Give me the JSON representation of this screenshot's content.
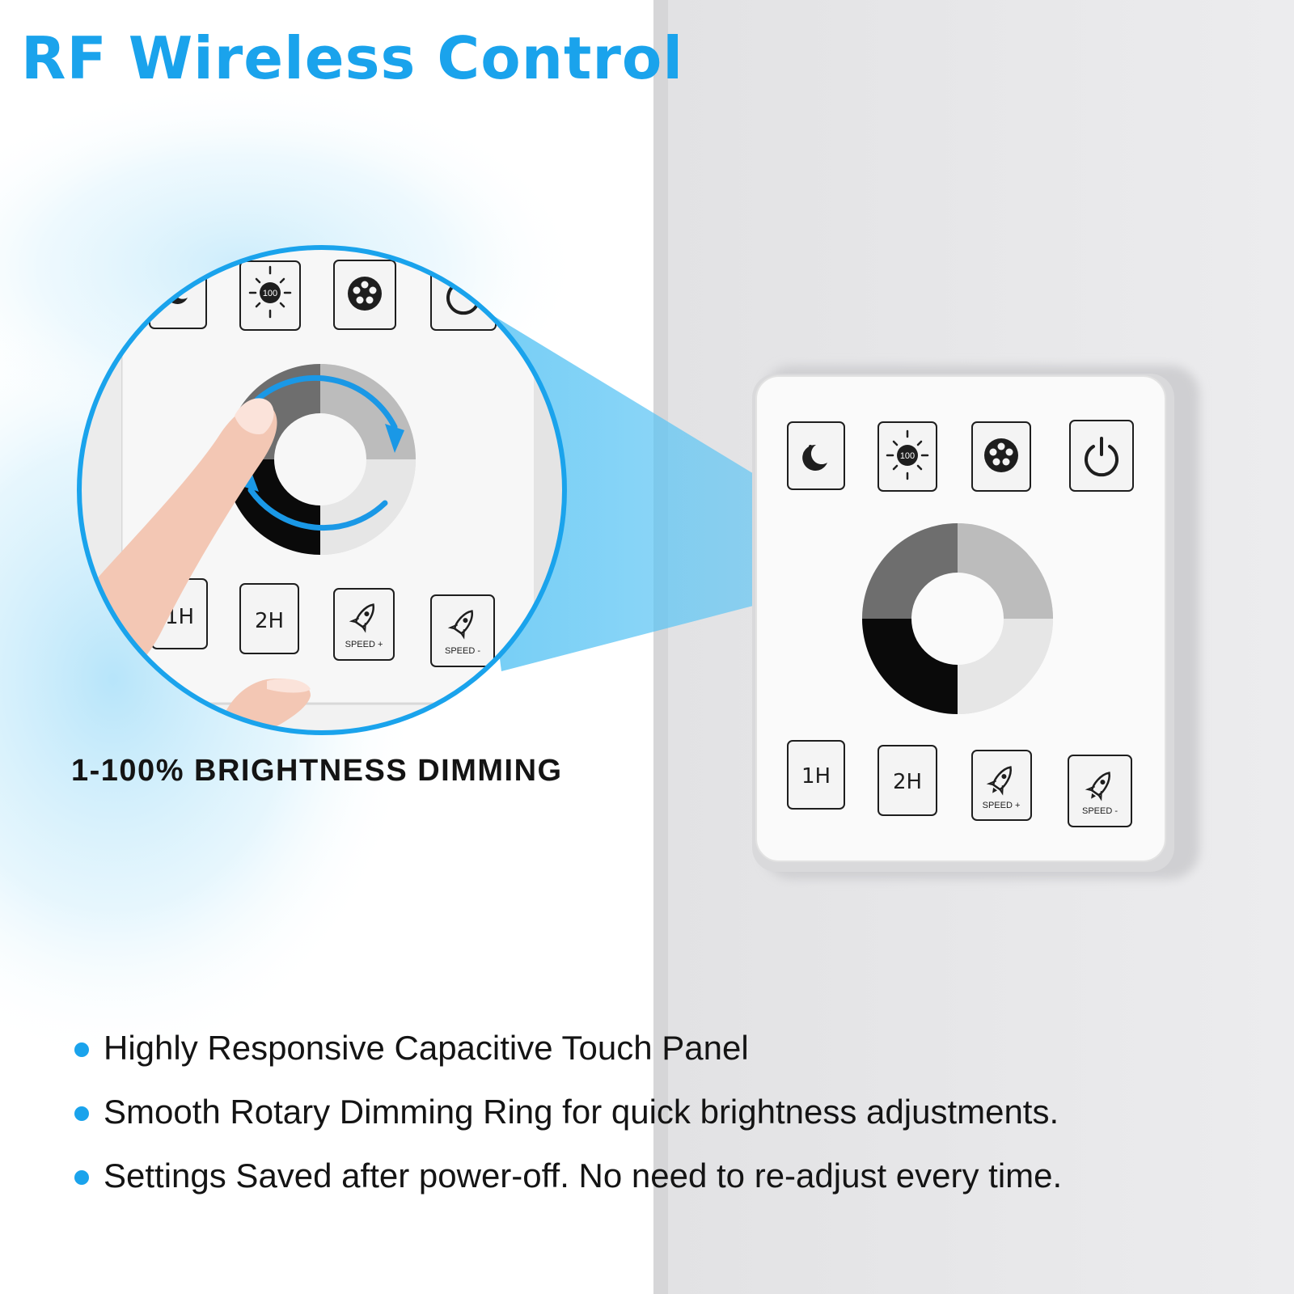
{
  "colors": {
    "accent": "#1aa3ec",
    "text": "#141414",
    "wall": "#e7e7e9",
    "ring_dark": "#0a0a0a",
    "ring_light": "#dadada"
  },
  "headline": "RF Wireless Control",
  "caption": "1-100% BRIGHTNESS DIMMING",
  "features": [
    "Highly Responsive Capacitive Touch Panel",
    "Smooth Rotary Dimming Ring for quick brightness adjustments.",
    "Settings Saved after power-off. No need to re-adjust every time."
  ],
  "panel": {
    "top_buttons": [
      {
        "icon": "night-mode-icon"
      },
      {
        "icon": "brightness-100-icon",
        "badge": "100"
      },
      {
        "icon": "scene-mode-icon"
      },
      {
        "icon": "power-icon"
      }
    ],
    "bottom_buttons": [
      {
        "label": "1H",
        "icon": null
      },
      {
        "label": "2H",
        "icon": null
      },
      {
        "label": "SPEED +",
        "icon": "rocket-icon"
      },
      {
        "label": "SPEED -",
        "icon": "rocket-icon"
      }
    ],
    "dial": {
      "icon": "dimming-ring"
    }
  },
  "zoom_inset": {
    "arrows_icon": "rotate-arrows-icon",
    "finger_icon": "finger-touch-icon"
  }
}
